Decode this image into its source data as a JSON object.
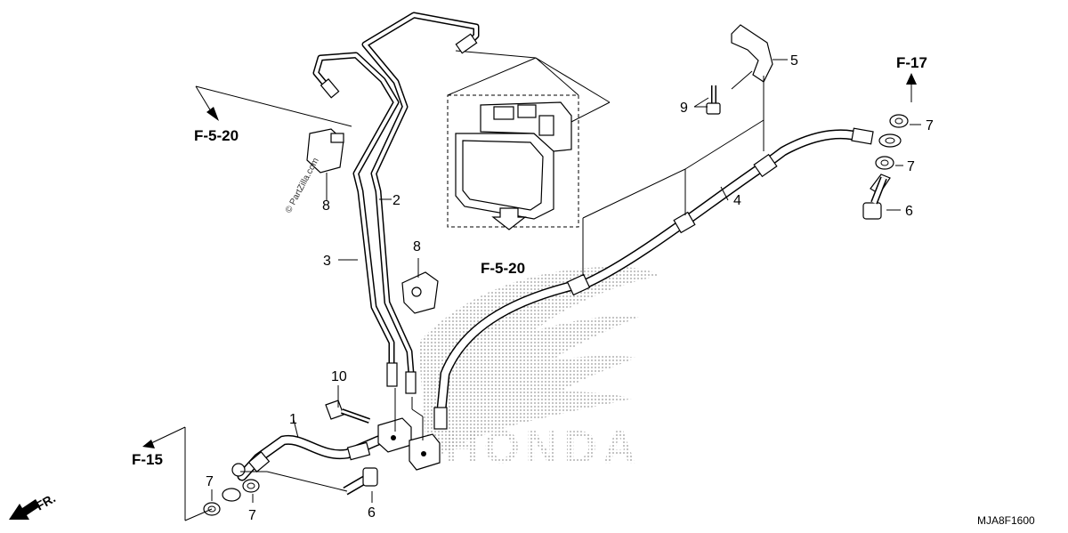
{
  "callouts": {
    "c1": "1",
    "c2": "2",
    "c3": "3",
    "c4": "4",
    "c5": "5",
    "c6a": "6",
    "c6b": "6",
    "c7a": "7",
    "c7b": "7",
    "c7c": "7",
    "c7d": "7",
    "c8a": "8",
    "c8b": "8",
    "c9": "9",
    "c10": "10"
  },
  "refs": {
    "f520_left": "F-5-20",
    "f520_center": "F-5-20",
    "f17": "F-17",
    "f15": "F-15"
  },
  "front_label": "FR.",
  "watermark": "© PartZilla.com",
  "diagram_code": "MJA8F1600",
  "background_logo_text": "HONDA",
  "colors": {
    "ink": "#000000",
    "screen": "#b8b8b8",
    "paper": "#ffffff"
  }
}
